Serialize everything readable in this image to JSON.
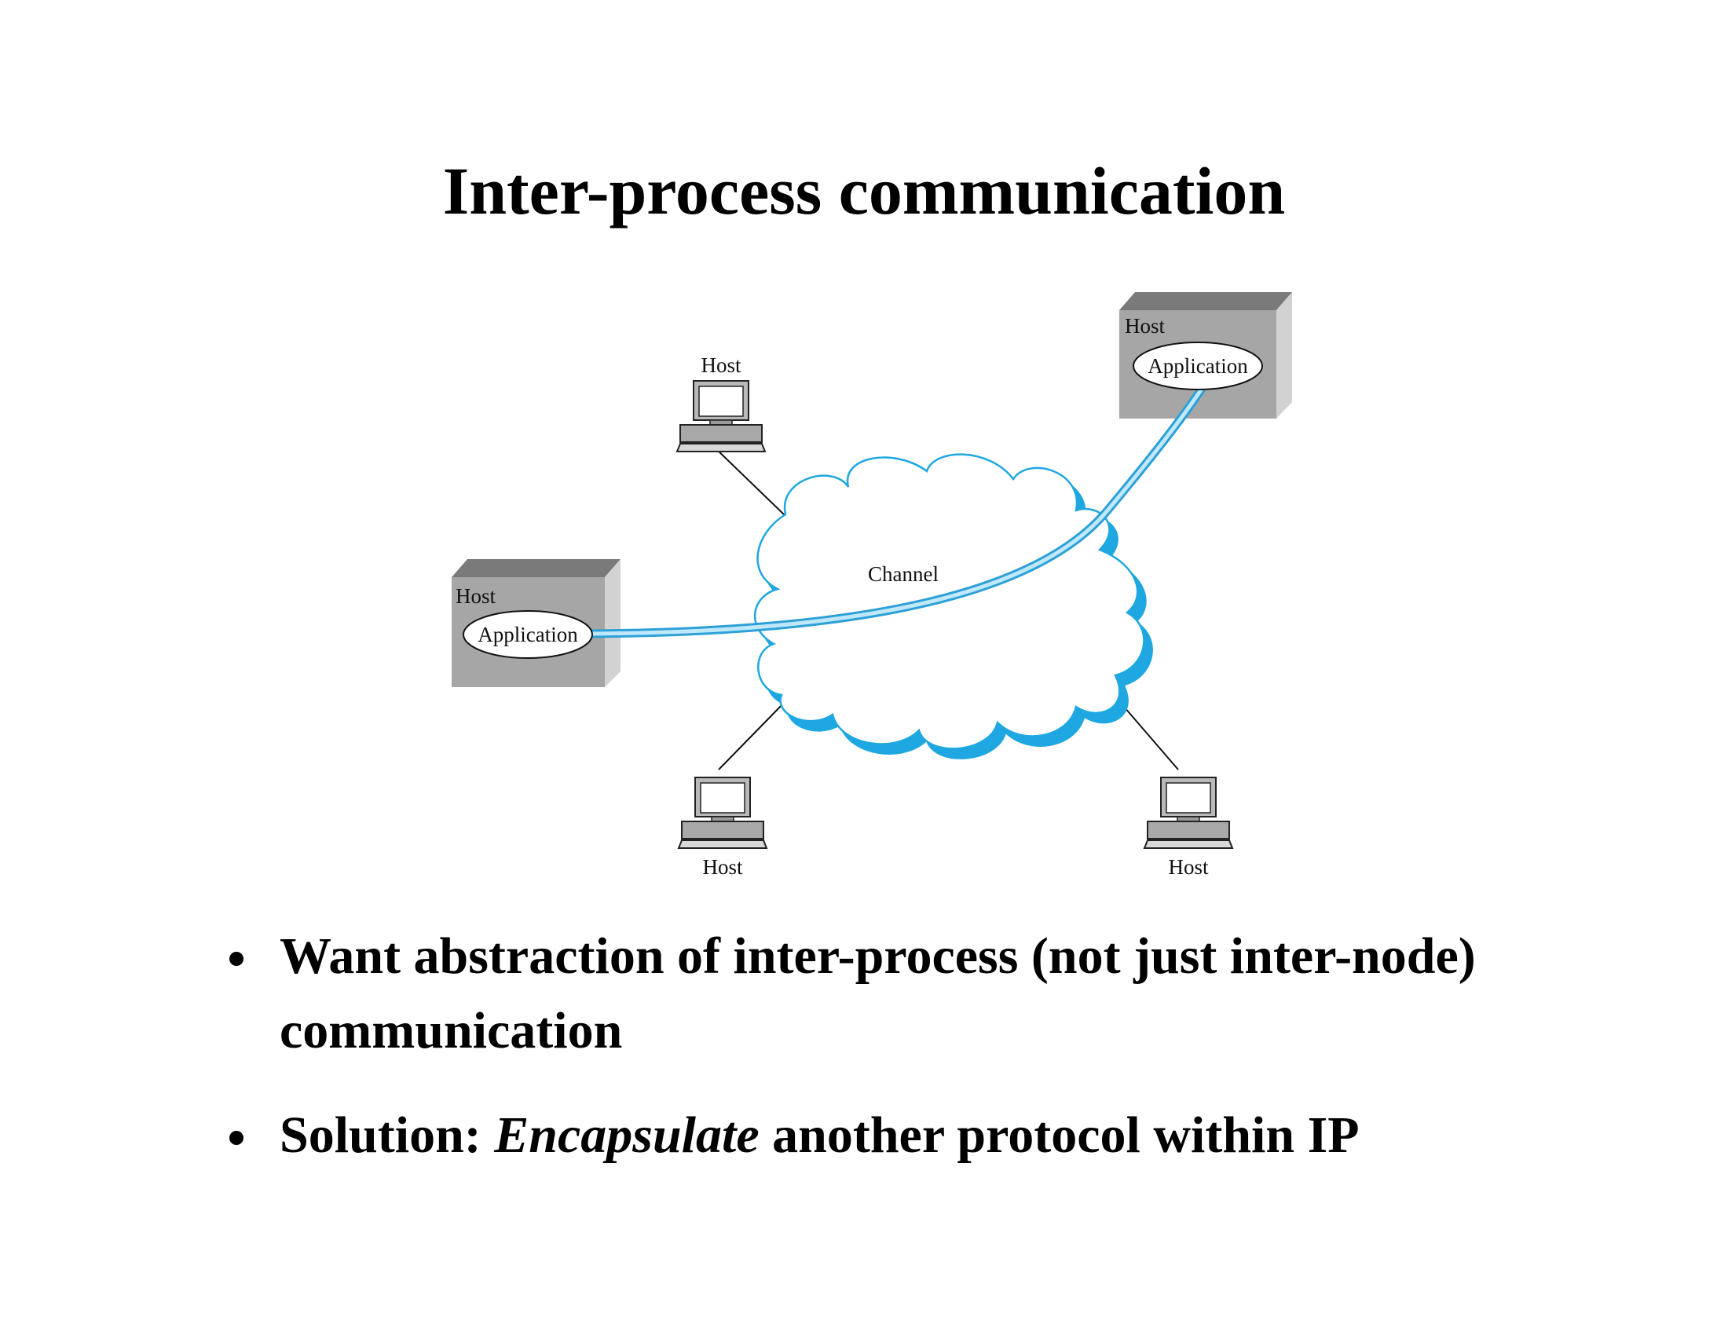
{
  "title": "Inter-process communication",
  "diagram": {
    "channel_label": "Channel",
    "host_label": "Host",
    "application_label": "Application",
    "colors": {
      "channel_cloud": "#1ea7e1",
      "pipe": "#5cc3ec",
      "box_front": "#a6a6a6",
      "box_top": "#7a7a7a",
      "box_side": "#d2d2d2"
    }
  },
  "bullets": [
    {
      "text": "Want abstraction of inter-process (not just inter-node) communication"
    },
    {
      "prefix": "Solution: ",
      "emph": "Encapsulate",
      "suffix": " another protocol within IP"
    }
  ]
}
